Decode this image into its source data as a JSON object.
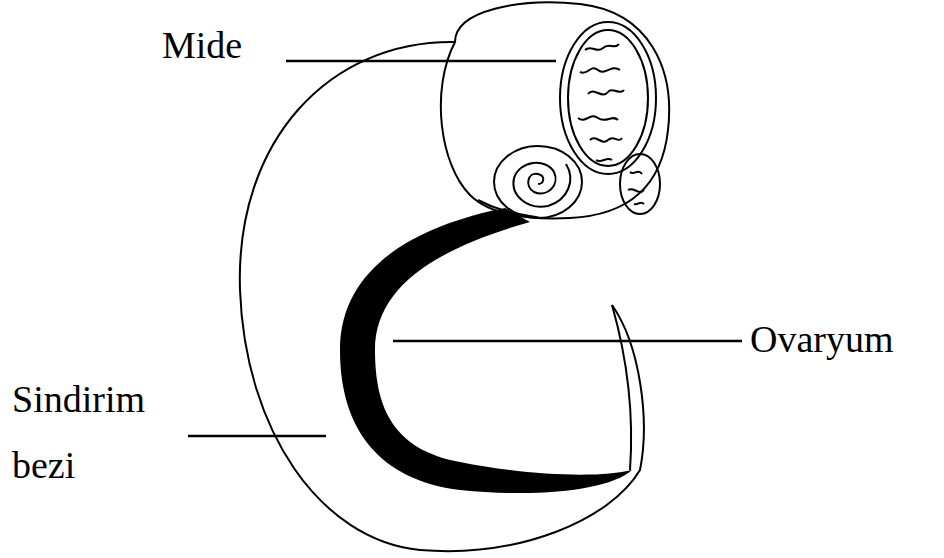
{
  "diagram": {
    "labels": [
      "Mide",
      "Ovaryum",
      "Sindirim bezi"
    ]
  }
}
